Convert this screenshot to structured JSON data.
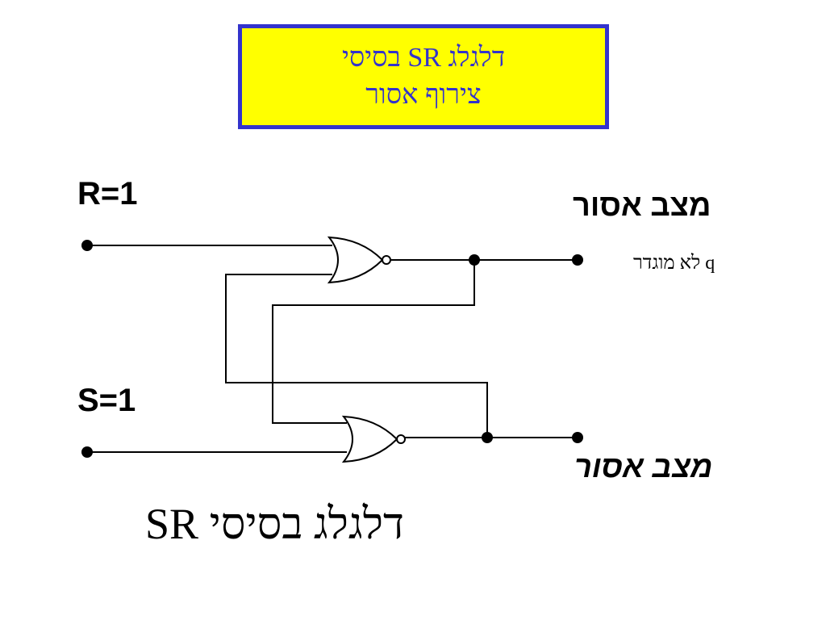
{
  "title": {
    "line1": "דלגלג SR בסיסי",
    "line2": "צירוף אסור",
    "background": "#ffff00",
    "border_color": "#3333cc"
  },
  "inputs": {
    "r_label": "R=1",
    "s_label": "S=1"
  },
  "outputs": {
    "q_state": "מצב אסור",
    "q_note": "q לא מוגדר",
    "qbar_state": "מצב אסור"
  },
  "gates": [
    "nor-gate",
    "nor-gate"
  ],
  "caption": "דלגלג בסיסי SR"
}
